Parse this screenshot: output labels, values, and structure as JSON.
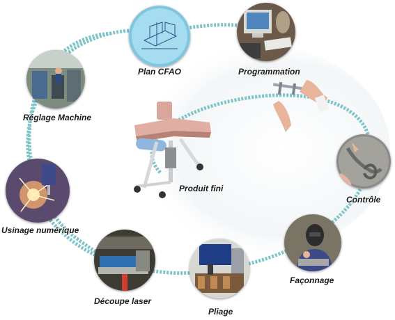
{
  "steps": [
    {
      "id": "plan-cfao",
      "label": "Plan CFAO"
    },
    {
      "id": "programmation",
      "label": "Programmation"
    },
    {
      "id": "controle",
      "label": "Contrôle"
    },
    {
      "id": "faconnage",
      "label": "Façonnage"
    },
    {
      "id": "pliage",
      "label": "Pliage"
    },
    {
      "id": "decoupe-laser",
      "label": "Découpe laser"
    },
    {
      "id": "usinage-numerique",
      "label": "Usinage numérique"
    },
    {
      "id": "reglage-machine",
      "label": "Réglage Machine"
    }
  ],
  "center": {
    "label": "Produit fini"
  },
  "colors": {
    "ring": "#7ec4c9",
    "ring_dark": "#5aa4a9",
    "halo": "#eef4f7",
    "label": "#1a1a1a"
  },
  "icons": {
    "plan-cfao": "cad-drawing-icon",
    "programmation": "computer-workstation-icon",
    "controle": "measurement-inspection-icon",
    "faconnage": "welding-icon",
    "pliage": "press-brake-icon",
    "decoupe-laser": "laser-cutter-icon",
    "usinage-numerique": "cnc-sparks-icon",
    "reglage-machine": "machine-workshop-icon",
    "produit-fini": "medical-examination-table-icon",
    "caliper": "caliper-icon"
  }
}
